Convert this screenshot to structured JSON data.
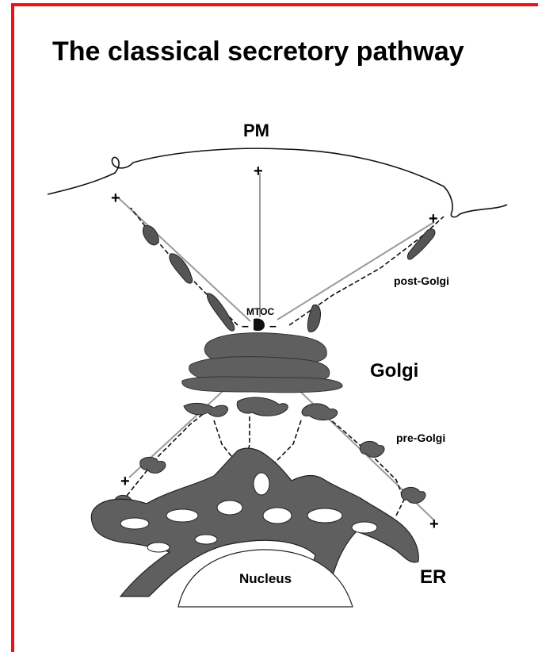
{
  "title": "The classical secretory pathway",
  "labels": {
    "pm": "PM",
    "mtoc": "MTOC",
    "post_golgi": "post-Golgi",
    "golgi": "Golgi",
    "pre_golgi": "pre-Golgi",
    "nucleus": "Nucleus",
    "er": "ER"
  },
  "microtubule_ends": {
    "plus": "+",
    "minus": "–"
  },
  "colors": {
    "border": "#e8131b",
    "organelle": "#5f5f5f",
    "microtubule": "#9a9a9a",
    "line": "#111111"
  }
}
